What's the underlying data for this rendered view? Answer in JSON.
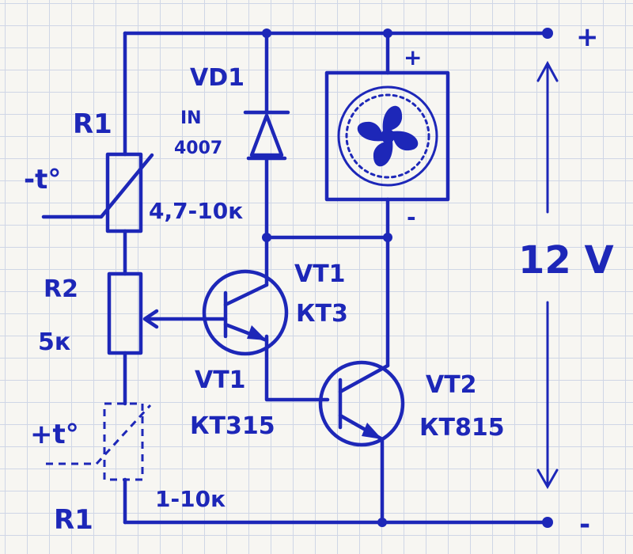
{
  "components": {
    "r1_top": {
      "ref": "R1",
      "temp": "-t°",
      "value": "4,7-10к"
    },
    "vd1": {
      "ref": "VD1",
      "part_line1": "IN",
      "part_line2": "4007"
    },
    "fan": {
      "plus": "+",
      "minus": "-"
    },
    "r2": {
      "ref": "R2",
      "value": "5к"
    },
    "vt1_upper": {
      "ref": "VT1",
      "part": "КТ3"
    },
    "vt1_lower": {
      "ref": "VT1",
      "part": "КТ315"
    },
    "vt2": {
      "ref": "VT2",
      "part": "КТ815"
    },
    "r1_bottom": {
      "ref": "R1",
      "temp": "+t°",
      "value": "1-10к"
    }
  },
  "supply": {
    "plus": "+",
    "minus": "-",
    "voltage": "12 V"
  },
  "colors": {
    "ink": "#1d27b8",
    "paper": "#f7f6f2",
    "grid": "#cfd6e6"
  },
  "icons": [
    "fan-icon",
    "diode-icon",
    "npn-transistor-icon",
    "thermistor-icon",
    "arrow-icon"
  ]
}
